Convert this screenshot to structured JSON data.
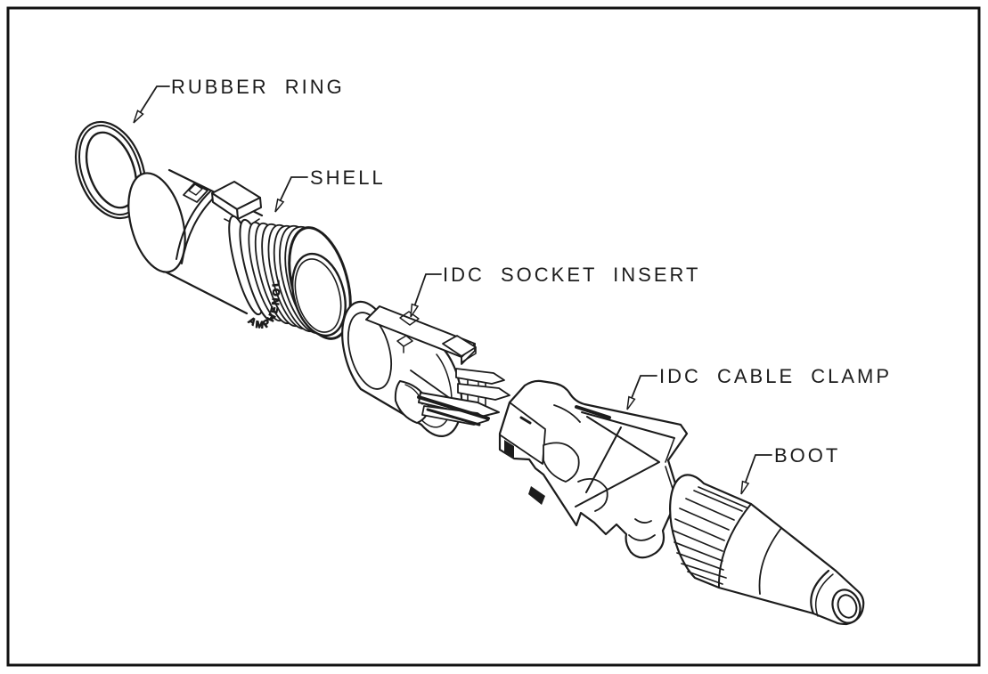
{
  "drawing": {
    "type": "exploded-view technical line drawing of cable connector",
    "background_color": "#ffffff",
    "ink_color": "#1c1c1c",
    "labels": {
      "rubber_ring": "RUBBER RING",
      "shell": "SHELL",
      "idc_socket_insert": "IDC SOCKET INSERT",
      "idc_cable_clamp": "IDC CABLE CLAMP",
      "boot": "BOOT"
    },
    "shell_brand_text": "AMPHENOL"
  }
}
